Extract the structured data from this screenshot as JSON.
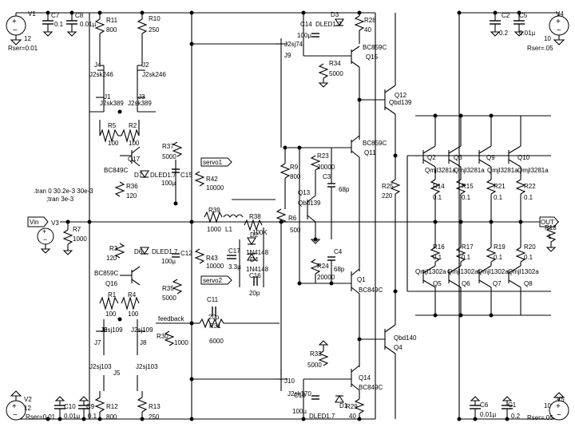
{
  "schematic": {
    "sources": {
      "v1": {
        "name": "V1",
        "value": "12",
        "rser": "Rser=0.01"
      },
      "v2": {
        "name": "V2",
        "value": "12",
        "rser": "Rser=0.01"
      },
      "v3": {
        "name": "V3"
      },
      "v4": {
        "name": "V4",
        "value": "10",
        "rser": "Rser=.05"
      },
      "v5": {
        "name": "V5",
        "value": "10",
        "rser": "Rser=.05"
      }
    },
    "ports": {
      "vin": "Vin",
      "out": "OUT",
      "servo1": "servo1",
      "servo2": "servo2",
      "feedback": "feedback"
    },
    "directives": [
      ".tran 0 30.2e-3 30e-3",
      ";tran 3e-3"
    ],
    "components": [
      {
        "id": "C7",
        "value": "0.1"
      },
      {
        "id": "C8",
        "value": "0.01µ"
      },
      {
        "id": "R11",
        "value": "800"
      },
      {
        "id": "R10",
        "value": "250"
      },
      {
        "id": "J4",
        "value": "J2sk246"
      },
      {
        "id": "J2",
        "value": "J2sk246"
      },
      {
        "id": "J1",
        "value": "J2sk389"
      },
      {
        "id": "J3",
        "value": "J2sk389"
      },
      {
        "id": "R5",
        "value": "100"
      },
      {
        "id": "R2",
        "value": "100"
      },
      {
        "id": "Q17",
        "value": "BC849C"
      },
      {
        "id": "D7",
        "value": "DLED1.7"
      },
      {
        "id": "C15",
        "value": "100µ"
      },
      {
        "id": "R37",
        "value": "5000"
      },
      {
        "id": "R42",
        "value": "10000"
      },
      {
        "id": "R36",
        "value": "120"
      },
      {
        "id": "R7",
        "value": "1000"
      },
      {
        "id": "R3",
        "value": "120"
      },
      {
        "id": "D6",
        "value": "DLED1.7"
      },
      {
        "id": "C12",
        "value": "100µ"
      },
      {
        "id": "R43",
        "value": "10000"
      },
      {
        "id": "R35",
        "value": "5000"
      },
      {
        "id": "Q16",
        "value": "BC859C"
      },
      {
        "id": "R1",
        "value": "100"
      },
      {
        "id": "R4",
        "value": "100"
      },
      {
        "id": "J6",
        "value": "J2sj109"
      },
      {
        "id": "J8",
        "value": "J2sj109"
      },
      {
        "id": "J7",
        "value": "J2sj103"
      },
      {
        "id": "J5",
        "value": "J2sj103"
      },
      {
        "id": "R30",
        "value": "1000"
      },
      {
        "id": "C11",
        "value": "20p"
      },
      {
        "id": "R31",
        "value": "6000"
      },
      {
        "id": "R12",
        "value": "800"
      },
      {
        "id": "R13",
        "value": "250"
      },
      {
        "id": "C10",
        "value": "0.01µ"
      },
      {
        "id": "C9",
        "value": "0.1"
      },
      {
        "id": "R39",
        "value": "1000"
      },
      {
        "id": "L1",
        "value": "L1"
      },
      {
        "id": "R38",
        "value": "100K"
      },
      {
        "id": "D2",
        "value": "1N4148"
      },
      {
        "id": "D4",
        "value": "1N4148"
      },
      {
        "id": "C17",
        "value": "3.3µ"
      },
      {
        "id": "C16",
        "value": "20p"
      },
      {
        "id": "R6",
        "value": "500"
      },
      {
        "id": "R9",
        "value": "800"
      },
      {
        "id": "J9",
        "value": "J2sj74"
      },
      {
        "id": "J10",
        "value": "J2sk170"
      },
      {
        "id": "C14",
        "value": "100µ"
      },
      {
        "id": "D3",
        "value": "DLED1.7"
      },
      {
        "id": "R28",
        "value": "40"
      },
      {
        "id": "Q15",
        "value": "BC859C"
      },
      {
        "id": "R34",
        "value": "5000"
      },
      {
        "id": "R23",
        "value": "20000"
      },
      {
        "id": "C3",
        "value": "68p"
      },
      {
        "id": "Q11",
        "value": "BC859C"
      },
      {
        "id": "Q13",
        "value": "Qbd139"
      },
      {
        "id": "R24",
        "value": "20000"
      },
      {
        "id": "C4",
        "value": "68p"
      },
      {
        "id": "Q1",
        "value": "BC849C"
      },
      {
        "id": "R33",
        "value": "5000"
      },
      {
        "id": "Q14",
        "value": "BC849C"
      },
      {
        "id": "D1",
        "value": "DLED1.7"
      },
      {
        "id": "C13",
        "value": "100µ"
      },
      {
        "id": "R29",
        "value": "40"
      },
      {
        "id": "Q12",
        "value": "Qbd139"
      },
      {
        "id": "R25",
        "value": "220"
      },
      {
        "id": "Q4",
        "value": "Qbd140"
      },
      {
        "id": "Q2",
        "value": "Qmjl3281a"
      },
      {
        "id": "Q3",
        "value": "Qmjl3281a"
      },
      {
        "id": "Q9",
        "value": "Qmjl3281a"
      },
      {
        "id": "Q10",
        "value": "Qmjl3281a"
      },
      {
        "id": "R14",
        "value": "0.1"
      },
      {
        "id": "R15",
        "value": "0.1"
      },
      {
        "id": "R21",
        "value": "0.1"
      },
      {
        "id": "R22",
        "value": "0.1"
      },
      {
        "id": "R16",
        "value": "0.1"
      },
      {
        "id": "R17",
        "value": "0.1"
      },
      {
        "id": "R19",
        "value": "0.1"
      },
      {
        "id": "R20",
        "value": "0.1"
      },
      {
        "id": "Q5",
        "value": "Qmjl1302a"
      },
      {
        "id": "Q6",
        "value": "Qmjl1302a"
      },
      {
        "id": "Q7",
        "value": "Qmjl1302a"
      },
      {
        "id": "Q8",
        "value": "Qmjl1302a"
      },
      {
        "id": "R18",
        "value": "1"
      },
      {
        "id": "C2",
        "value": "0.2"
      },
      {
        "id": "C5",
        "value": "0.01µ"
      },
      {
        "id": "C6",
        "value": "0.01µ"
      },
      {
        "id": "C1",
        "value": "0.2"
      }
    ]
  }
}
